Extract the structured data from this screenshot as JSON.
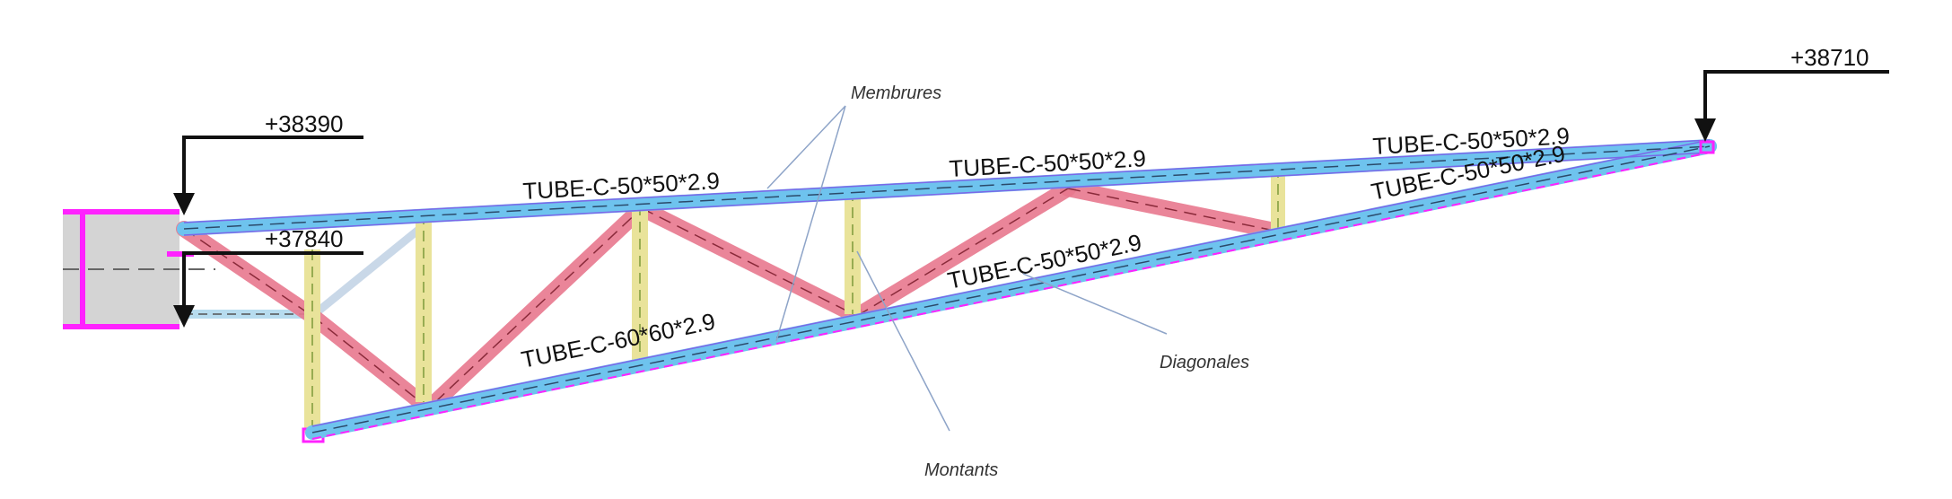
{
  "levels": {
    "top_right": "+38710",
    "top_left": "+38390",
    "mid_left": "+37840"
  },
  "sections": {
    "top_chord_left": "TUBE-C-50*50*2.9",
    "top_chord_mid": "TUBE-C-50*50*2.9",
    "top_chord_right": "TUBE-C-50*50*2.9",
    "bottom_chord_right": "TUBE-C-50*50*2.9",
    "bottom_chord_mid": "TUBE-C-50*50*2.9",
    "bottom_chord_left": "TUBE-C-60*60*2.9"
  },
  "callouts": {
    "membrures": "Membrures",
    "diagonales": "Diagonales",
    "montants": "Montants"
  },
  "colors": {
    "chord": "#6ec3ee",
    "chord_edge": "#7b67e8",
    "diagonal": "#e8788e",
    "vertical": "#d9e89a",
    "support": "#ff22ff",
    "wall": "#d4d4d4",
    "leader": "#8ea4c8"
  }
}
